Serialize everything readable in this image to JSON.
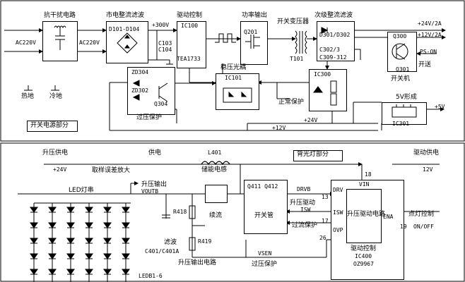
{
  "top": {
    "blocks": {
      "emi": "抗干扰电路",
      "rectifier": "市电整流滤波",
      "drive": "驱动控制",
      "power_out": "功率输出",
      "transformer": "开关变压器",
      "secondary": "次级整流滤波",
      "optocoupler": "稳压光耦",
      "overvoltage": "过压保护",
      "positive_protect": "正常保护",
      "switch_machine": "开关机",
      "five_v": "5V形成",
      "section": "开关电源部分"
    },
    "parts": {
      "d101": "D101-D104",
      "ic100": "IC100",
      "tea": "TEA1733",
      "q201": "Q201",
      "d301": "D301/D302",
      "c302": "C302/3",
      "c309": "C309-312",
      "t101": "T101",
      "c103": "C103",
      "c104": "C104",
      "q300": "Q300",
      "q301": "Q301",
      "ic101": "IC101",
      "ic300": "IC300",
      "zd304": "ZD304",
      "zd302": "ZD302",
      "q304": "Q304",
      "ic301": "IC301"
    },
    "signals": {
      "ac1": "AC220V",
      "ac2": "AC220V",
      "v300": "+300V",
      "v24": "+24V/2A",
      "v12a": "+12V/2A",
      "pson": "PS-ON",
      "on_sig": "开送",
      "v5": "+5V",
      "v24b": "+24V",
      "v12b": "+12V",
      "hot": "热地",
      "cold": "冷地"
    }
  },
  "bottom": {
    "labels": {
      "boost_supply": "升压供电",
      "v24": "+24V",
      "sample": "取样误差放大",
      "supply": "供电",
      "l401": "L401",
      "inductor": "储能电感",
      "backlight": "背光灯部分",
      "drive_supply": "驱动供电",
      "v12": "12V",
      "led_string": "LED灯串",
      "boost_out": "升压输出",
      "voutb": "VOUTB",
      "r418": "R418",
      "r419": "R419",
      "freewheel": "续流",
      "filter": "滤波",
      "c401": "C401/C401A",
      "ledb": "LEDB1-6",
      "q411": "Q411 Q412",
      "switch_tube": "开关管",
      "drvb": "DRVB",
      "boost_drive": "升压驱动",
      "isw": "ISW",
      "overcurrent": "过流保护",
      "vsen": "VSEN",
      "overvoltage": "过压保护",
      "boost_circuit": "升压输出电路",
      "pin13": "13",
      "pin17": "17",
      "pin26": "26",
      "pin18": "18",
      "pin19": "19",
      "vin": "VIN",
      "drv": "DRV",
      "isw2": "ISW",
      "ovp": "OVP",
      "ena": "ENA",
      "ic_func": "升压驱动电路",
      "light_ctrl": "点灯控制",
      "onoff": "ON/OFF",
      "drive_ctrl": "驱动控制",
      "ic400": "IC400",
      "oz": "OZ9967"
    }
  }
}
